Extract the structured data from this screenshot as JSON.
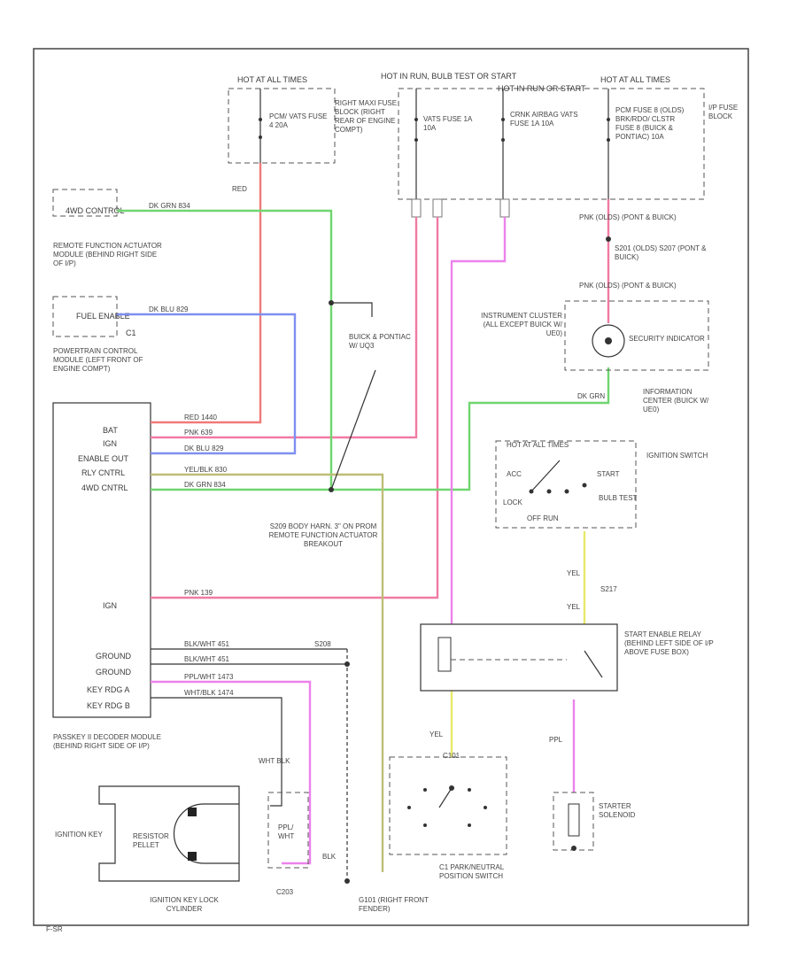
{
  "colors": {
    "red": "#f07a7a",
    "green": "#6fd66f",
    "blue": "#7f8ff0",
    "pink": "#f07aa4",
    "yellow": "#e9e96c",
    "magenta": "#ec82ec",
    "olive": "#bebe78",
    "black": "#333333"
  },
  "labels": {
    "hot_at_all_times_1": "HOT AT ALL TIMES",
    "hot_run_bulb": "HOT IN RUN, BULB TEST OR START",
    "hot_run_start": "HOT IN RUN OR START",
    "hot_at_all_times_2": "HOT AT ALL TIMES",
    "pcm_fuse": "PCM/ VATS FUSE 4 20A",
    "right_maxi": "RIGHT MAXI FUSE BLOCK (RIGHT REAR OF ENGINE COMPT)",
    "vats_fuse": "VATS FUSE 1A 10A",
    "crnk_fuse": "CRNK AIRBAG VATS FUSE 1A 10A",
    "pcm_fuse2": "PCM FUSE 8 (OLDS) BRK/RDO/ CLSTR FUSE 8 (BUICK & PONTIAC) 10A",
    "ip_fuse_block": "I/P FUSE BLOCK",
    "wd_control": "4WD CONTROL",
    "rfa_module": "REMOTE FUNCTION ACTUATOR MODULE (BEHIND RIGHT SIDE OF I/P)",
    "fuel_enable": "FUEL ENABLE",
    "c1": "C1",
    "pcm": "POWERTRAIN CONTROL MODULE (LEFT FRONT OF ENGINE COMPT)",
    "buick_pontiac": "BUICK & PONTIAC W/ UQ3",
    "pnk_olds_1": "PNK (OLDS) (PONT & BUICK)",
    "s201": "S201 (OLDS) S207 (PONT & BUICK)",
    "pnk_olds_2": "PNK (OLDS) (PONT & BUICK)",
    "instrument_cluster": "INSTRUMENT CLUSTER (ALL EXCEPT BUICK W/ UE0)",
    "security_indicator": "SECURITY INDICATOR",
    "info_center": "INFORMATION CENTER (BUICK W/ UE0)",
    "dk_grn": "DK GRN",
    "pin_bat": "BAT",
    "pin_ign": "IGN",
    "pin_enable_out": "ENABLE OUT",
    "pin_rly_cntrl": "RLY CNTRL",
    "pin_4wd_cntrl": "4WD CNTRL",
    "pin_ign2": "IGN",
    "pin_ground1": "GROUND",
    "pin_ground2": "GROUND",
    "pin_key_rdg_a": "KEY RDG A",
    "pin_key_rdg_b": "KEY RDG B",
    "hot_at_all_times_3": "HOT AT ALL TIMES",
    "ignition_switch": "IGNITION SWITCH",
    "acc": "ACC",
    "lock": "LOCK",
    "start": "START",
    "bulb_test": "BULB TEST",
    "off_run": "OFF RUN",
    "s209": "S209 BODY HARN. 3\" ON PROM REMOTE FUNCTION ACTUATOR BREAKOUT",
    "yel_1": "YEL",
    "s217": "S217",
    "yel_2": "YEL",
    "start_enable_relay": "START ENABLE RELAY (BEHIND LEFT SIDE OF I/P ABOVE FUSE BOX)",
    "passkey": "PASSKEY II DECODER MODULE (BEHIND RIGHT SIDE OF I/P)",
    "ignition_key": "IGNITION KEY",
    "resistor_pellet": "RESISTOR PELLET",
    "lock_cylinder": "IGNITION KEY LOCK CYLINDER",
    "wht_blk": "WHT BLK",
    "ppl_wht": "PPL/ WHT",
    "blk": "BLK",
    "c203": "C203",
    "yel_3": "YEL",
    "ppl": "PPL",
    "starter_solenoid": "STARTER SOLENOID",
    "park_neutral": "C1 PARK/NEUTRAL POSITION SWITCH",
    "g101": "G101 (RIGHT FRONT FENDER)",
    "pin_s208": "S208",
    "red": "RED",
    "c101": "C101",
    "fig_id": "F-SR"
  },
  "wire_tags": {
    "red1": "RED 1440",
    "pnk1": "PNK 639",
    "dkblu": "DK BLU 829",
    "yelblk": "YEL/BLK 830",
    "dkgrn": "DK GRN 834",
    "pnk2": "PNK 139",
    "blkwht1": "BLK/WHT 451",
    "blkwht2": "BLK/WHT 451",
    "pplwht": "PPL/WHT 1473",
    "wht": "WHT/BLK 1474",
    "dkgrn2": "DK GRN 834",
    "dkblu2": "DK BLU 829"
  }
}
